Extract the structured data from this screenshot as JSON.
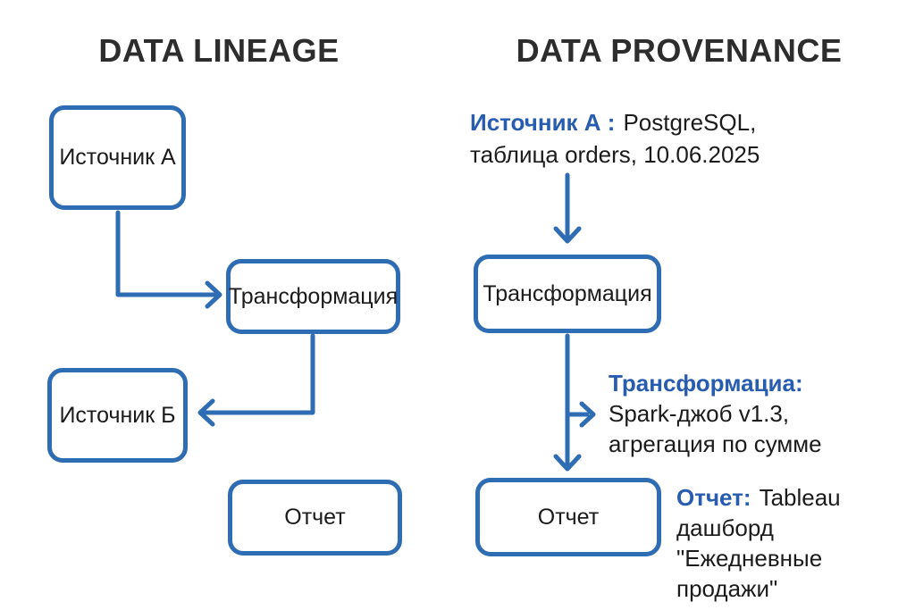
{
  "colors": {
    "accent_blue": "#2e6cb3",
    "label_blue": "#275caf",
    "title_dark": "#2d2d2d",
    "body_dark": "#1b1b1b",
    "background": "#ffffff"
  },
  "left": {
    "title": "DATA LINEAGE",
    "nodes": [
      {
        "label": "Источник А"
      },
      {
        "label": "Трансформация"
      },
      {
        "label": "Источник Б"
      },
      {
        "label": "Отчет"
      }
    ]
  },
  "right": {
    "title": "DATA PROVENANCE",
    "nodes": [
      {
        "label": "Трансформация"
      },
      {
        "label": "Отчет"
      }
    ],
    "annotations": {
      "source": {
        "label": "Источник А :",
        "line1_rest": "PostgreSQL,",
        "line2": "таблица orders, 10.06.2025"
      },
      "transformation": {
        "label": "Трансформациа:",
        "line1": "Spark-джоб v1.3,",
        "line2": "агрегация по сумме"
      },
      "report": {
        "label": "Отчет:",
        "line1_rest": "Tableau",
        "line2": "дашборд",
        "line3": "\"Ежедневные",
        "line4": "продажи\""
      }
    }
  }
}
